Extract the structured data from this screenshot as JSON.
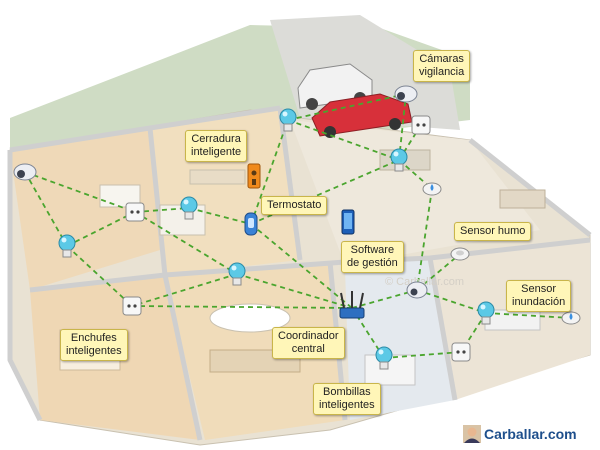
{
  "labels": {
    "cameras": "Cámaras\nvigilancia",
    "lock": "Cerradura\ninteligente",
    "thermostat": "Termostato",
    "software": "Software\nde gestión",
    "smoke": "Sensor humo",
    "flood": "Sensor\ninundación",
    "plugs": "Enchufes\ninteligentes",
    "coordinator": "Coordinador\ncentral",
    "bulbs": "Bombillas\ninteligentes"
  },
  "brand": {
    "text": "Carballar.com",
    "watermark": "© Carballar.com"
  },
  "colors": {
    "link": "#4aa52e",
    "callout_bg": "#fff6b8",
    "callout_border": "#c9b54a",
    "bulb": "#5cc9e6",
    "brand": "#1e4f8c"
  }
}
